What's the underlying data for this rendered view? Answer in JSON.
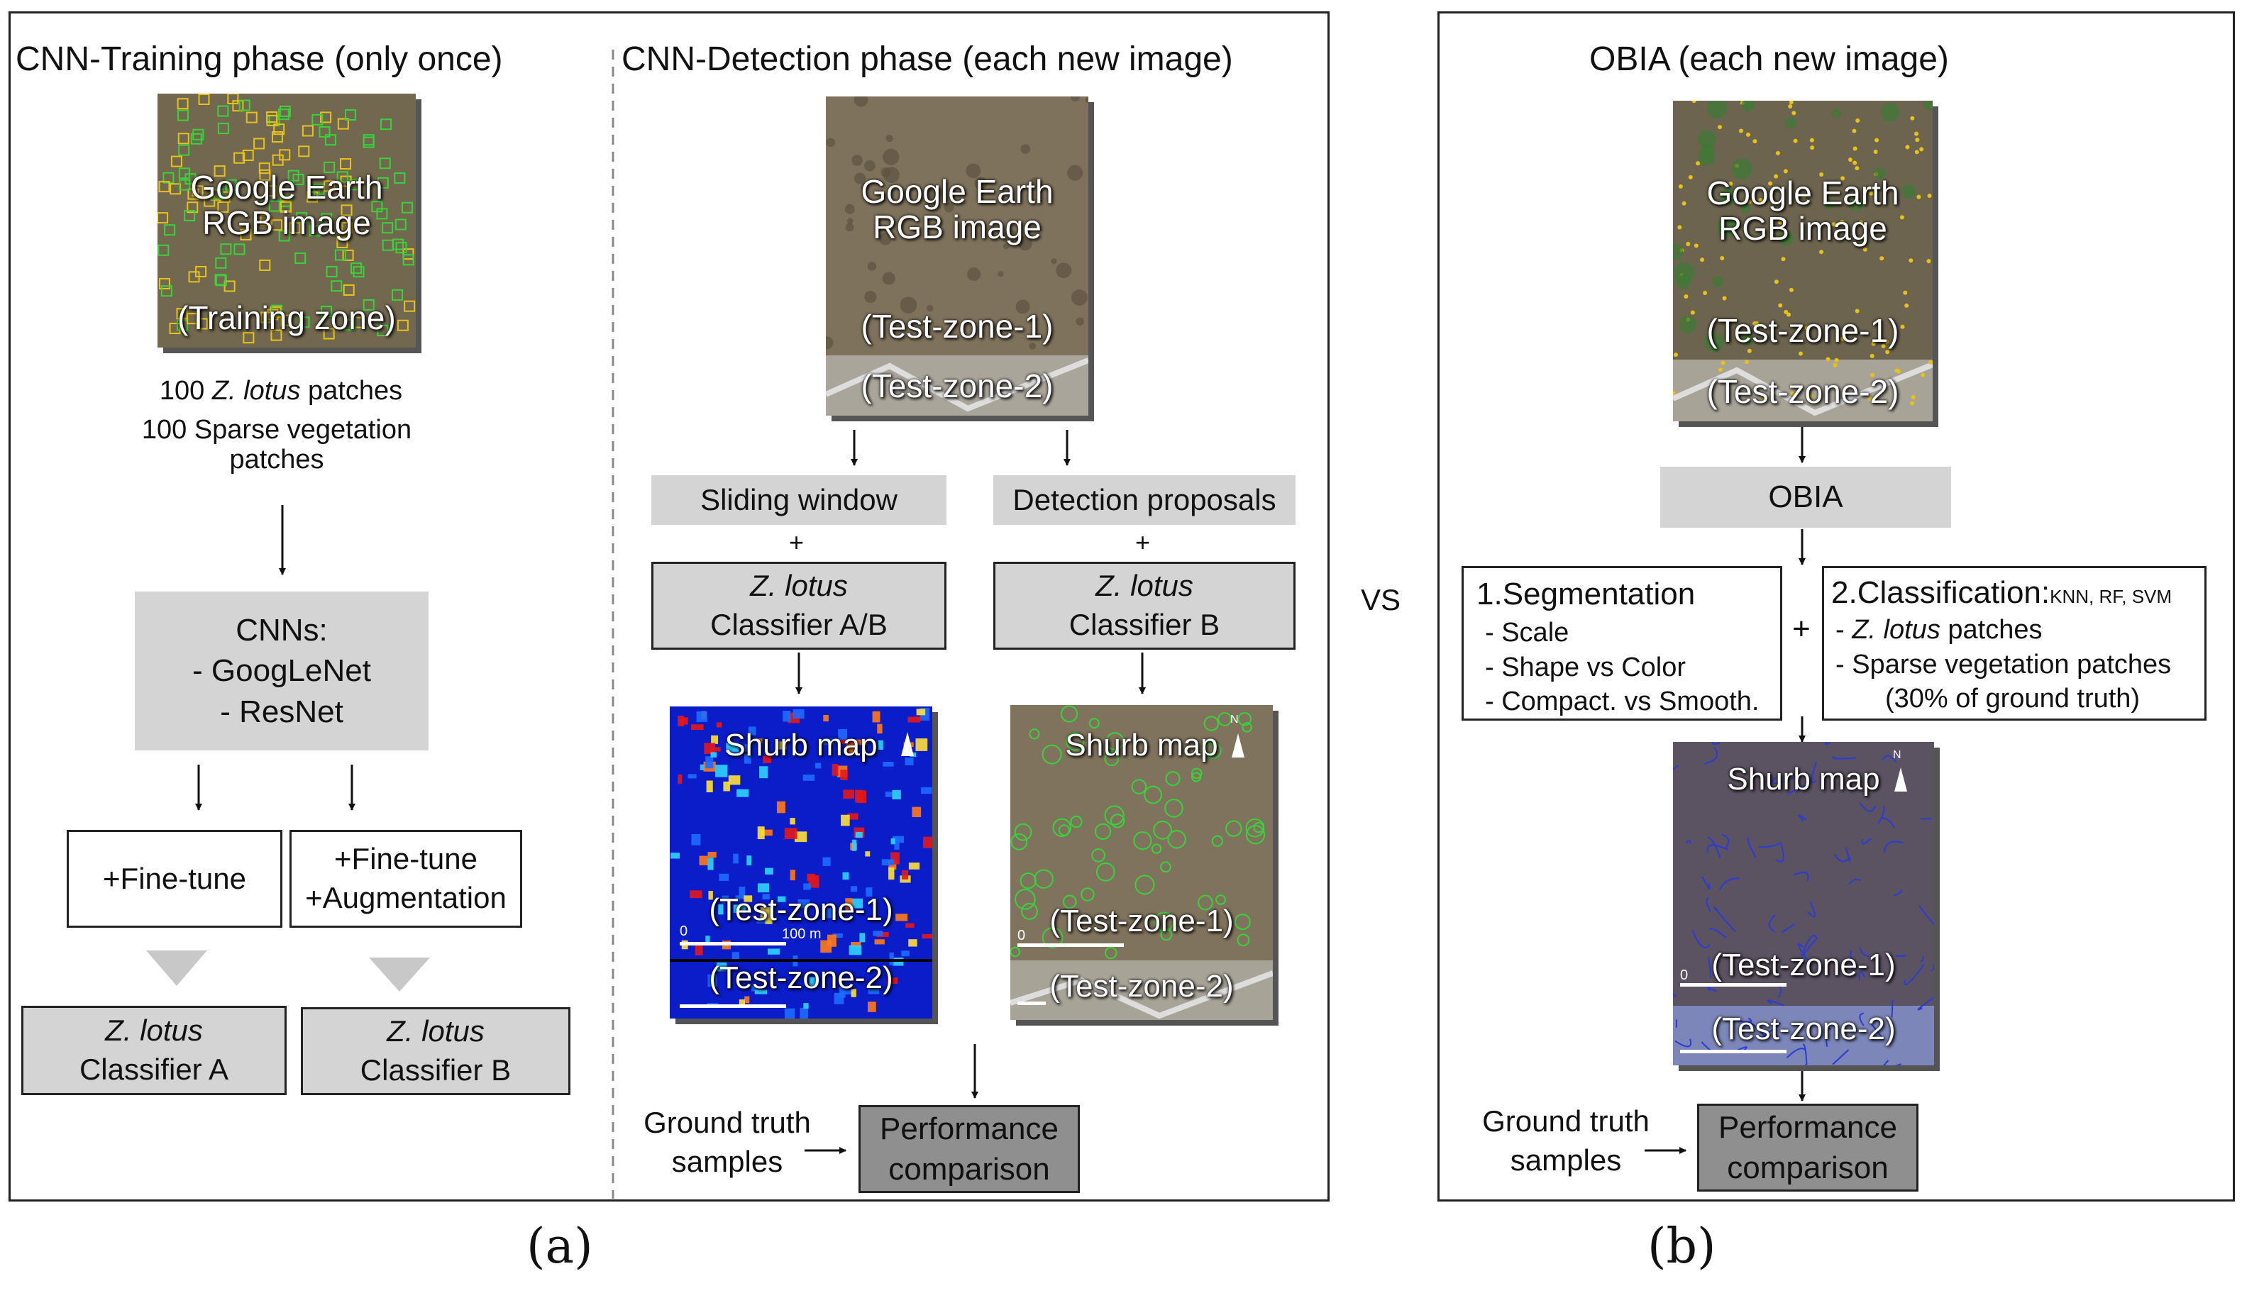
{
  "panel_a": {
    "training_title": "CNN-Training phase (only once)",
    "detection_title": "CNN-Detection phase (each new image)",
    "training_image": {
      "line1": "Google Earth",
      "line2": "RGB image",
      "zone": "(Training zone)"
    },
    "patches": {
      "count1": "100",
      "species": "Z. lotus",
      "patches_word": "patches",
      "line2": "100 Sparse vegetation",
      "line3": "patches"
    },
    "cnns": {
      "title": "CNNs:",
      "item1": "- GoogLeNet",
      "item2": "- ResNet"
    },
    "finetune": "+Fine-tune",
    "finetune_aug": {
      "line1": "+Fine-tune",
      "line2": "+Augmentation"
    },
    "classifier_a": {
      "species": "Z. lotus",
      "label": "Classifier A"
    },
    "classifier_b": {
      "species": "Z. lotus",
      "label": "Classifier B"
    },
    "detection_image": {
      "line1": "Google Earth",
      "line2": "RGB image",
      "zone1": "(Test-zone-1)",
      "zone2": "(Test-zone-2)"
    },
    "sliding_window": "Sliding window",
    "detection_proposals": "Detection proposals",
    "plus": "+",
    "classifier_ab": {
      "species": "Z. lotus",
      "label": "Classifier A/B"
    },
    "classifier_b2": {
      "species": "Z. lotus",
      "label": "Classifier B"
    },
    "heatmap": {
      "title": "Shurb map",
      "zone1": "(Test-zone-1)",
      "zone2": "(Test-zone-2)",
      "scale_zero": "0",
      "scale_label": "100 m"
    },
    "detmap": {
      "title": "Shurb map",
      "zone1": "(Test-zone-1)",
      "zone2": "(Test-zone-2)",
      "scale_zero": "0",
      "north": "N"
    },
    "ground_truth": {
      "line1": "Ground truth",
      "line2": "samples"
    },
    "performance": {
      "line1": "Performance",
      "line2": "comparison"
    },
    "label": "(a)"
  },
  "vs": "VS",
  "panel_b": {
    "title": "OBIA (each new image)",
    "image": {
      "line1": "Google Earth",
      "line2": "RGB image",
      "zone1": "(Test-zone-1)",
      "zone2": "(Test-zone-2)"
    },
    "obia": "OBIA",
    "segmentation": {
      "title": "1.Segmentation",
      "items": [
        "- Scale",
        "- Shape vs Color",
        "- Compact. vs Smooth."
      ]
    },
    "plus": "+",
    "classification": {
      "title": "2.Classification:",
      "methods": "KNN, RF, SVM",
      "item1_prefix": "- ",
      "item1_species": "Z. lotus",
      "item1_suffix": " patches",
      "item2": "- Sparse vegetation patches",
      "item3": "(30% of ground truth)"
    },
    "map": {
      "title": "Shurb map",
      "zone1": "(Test-zone-1)",
      "zone2": "(Test-zone-2)",
      "scale_zero": "0",
      "north": "N"
    },
    "ground_truth": {
      "line1": "Ground truth",
      "line2": "samples"
    },
    "performance": {
      "line1": "Performance",
      "line2": "comparison"
    },
    "label": "(b)"
  },
  "colors": {
    "gray_box": "#d4d4d4",
    "dark_box": "#8f8f8f",
    "terrain": "#7a6a55",
    "heat_low": "#0a1bd6",
    "green_marks": "#39d23a",
    "yellow_marks": "#e7c21a",
    "blue_lines": "#2a3bd8"
  }
}
